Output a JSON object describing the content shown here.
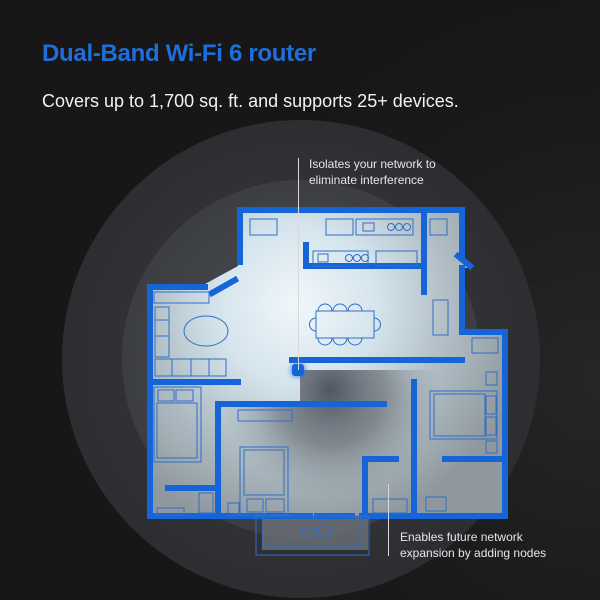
{
  "header": {
    "title": "Dual-Band Wi-Fi 6 router",
    "subtitle": "Covers up to 1,700 sq. ft. and supports 25+ devices."
  },
  "callouts": [
    {
      "line1": "Isolates your network to",
      "line2": "eliminate interference"
    },
    {
      "line1": "Enables future network",
      "line2": "expansion by adding nodes"
    }
  ],
  "colors": {
    "accent": "#1e6fd9",
    "wall": "#1565d8",
    "background": "#181617",
    "floor_light": "#dce8ef"
  },
  "illustration": {
    "subject": "floor-plan",
    "router_icon": "router-dot-icon"
  }
}
